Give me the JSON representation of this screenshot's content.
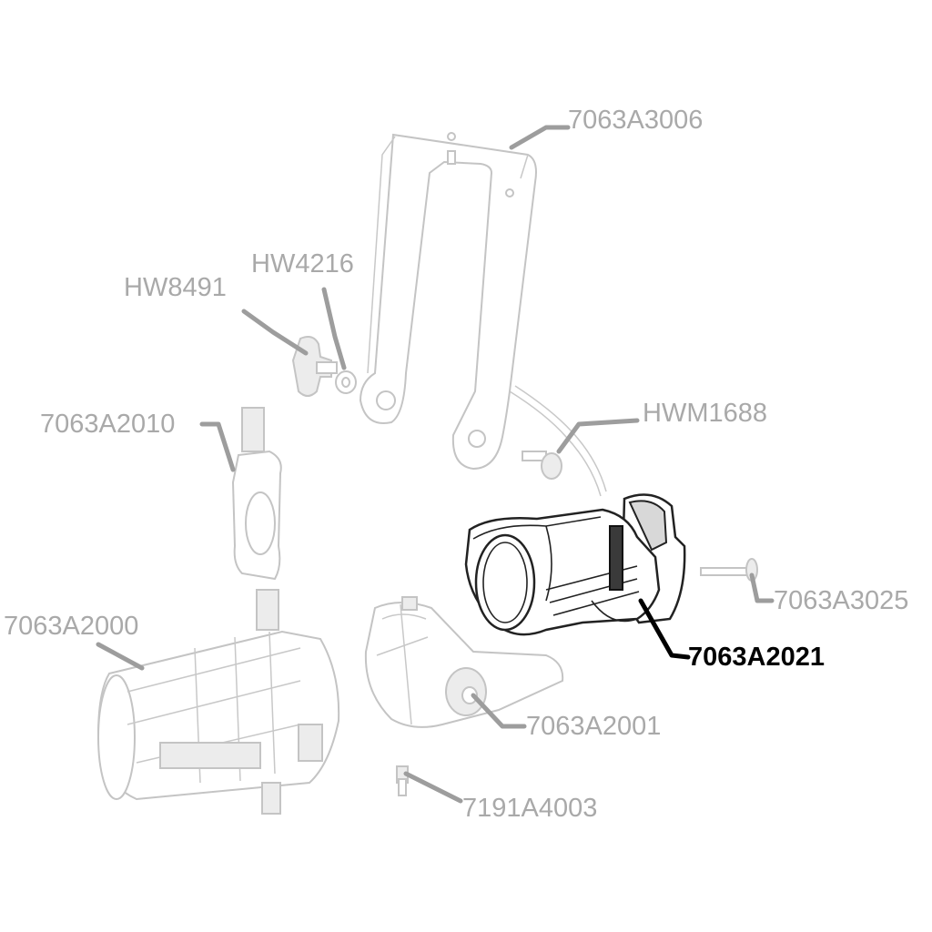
{
  "parts": {
    "yoke": "7063A3006",
    "washer": "HW4216",
    "knob": "HW8491",
    "screw_lens": "HWM1688",
    "gate": "7063A2010",
    "barrel": "7063A2000",
    "housing": "7063A2021",
    "pin": "7063A3025",
    "lamp_cap": "7063A2001",
    "bolt": "7191A4003"
  },
  "highlighted_part": "7063A2021",
  "colors": {
    "label_faded": "#a9a9a9",
    "label_active": "#000000",
    "part_faded": "#c4c4c4",
    "part_active": "#222222"
  }
}
